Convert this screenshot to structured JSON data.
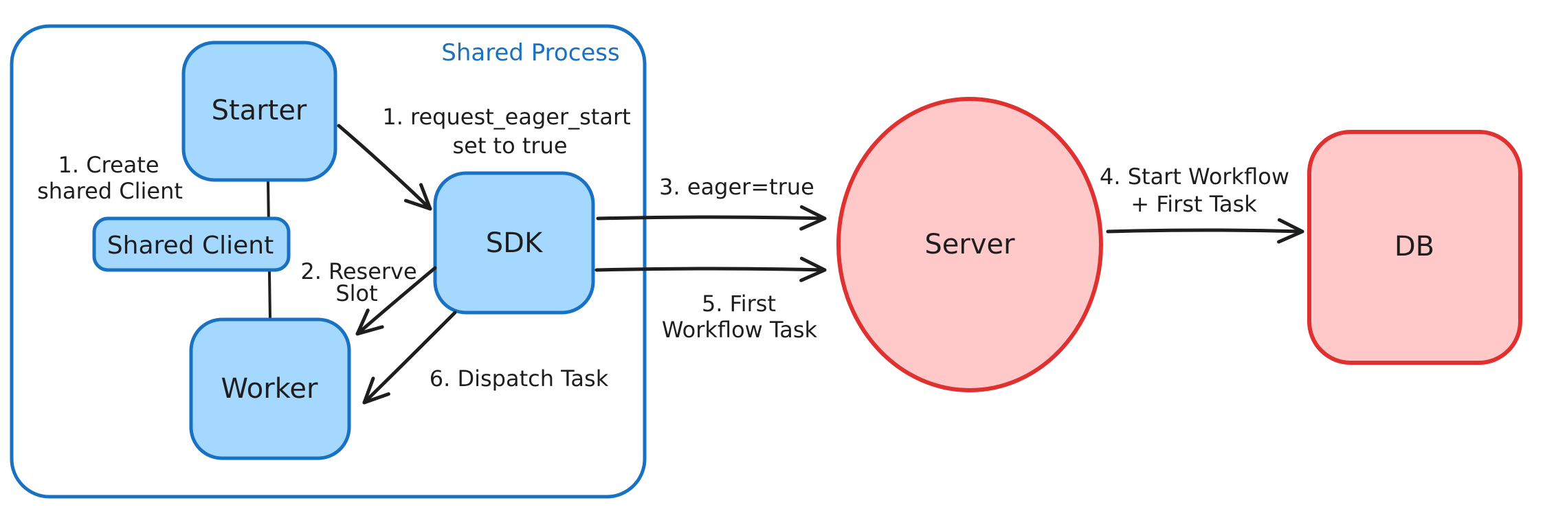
{
  "diagram": {
    "frame_title": "Shared Process",
    "nodes": {
      "starter": "Starter",
      "shared_client": "Shared Client",
      "worker": "Worker",
      "sdk": "SDK",
      "server": "Server",
      "db": "DB"
    },
    "labels": {
      "create_shared_client_line1": "1. Create",
      "create_shared_client_line2": "shared Client",
      "request_eager_start_line1": "1. request_eager_start",
      "request_eager_start_line2": "set to true",
      "reserve_slot_line1": "2. Reserve",
      "reserve_slot_line2": "Slot",
      "eager_true": "3. eager=true",
      "start_workflow_line1": "4. Start Workflow",
      "start_workflow_line2": "+ First Task",
      "first_workflow_task_line1": "5. First",
      "first_workflow_task_line2": "Workflow Task",
      "dispatch_task": "6. Dispatch Task"
    },
    "colors": {
      "blue_stroke": "#1971c2",
      "blue_fill": "#a5d8ff",
      "red_stroke": "#e03131",
      "red_fill": "#ffc9c9",
      "ink": "#1e1e1e",
      "background": "#ffffff"
    }
  }
}
